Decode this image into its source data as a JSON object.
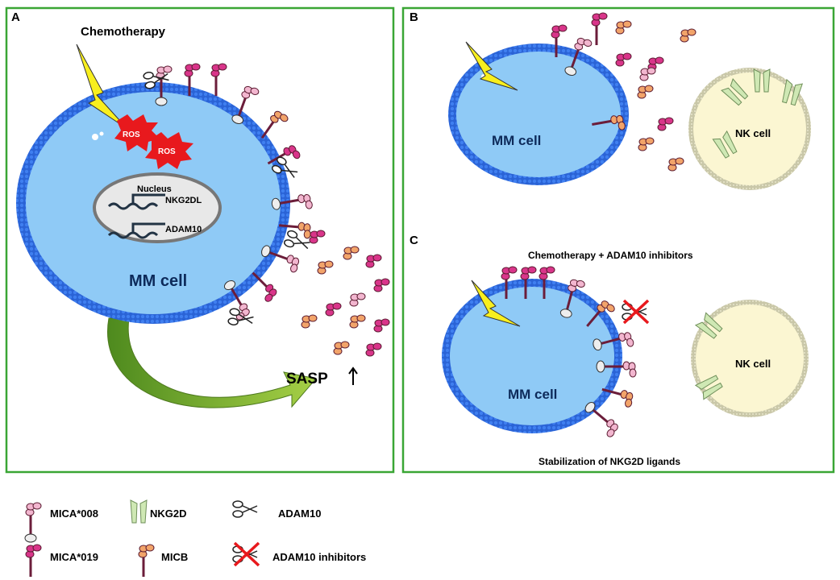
{
  "panels": {
    "a": {
      "label": "A",
      "chemo": "Chemotherapy",
      "ros": "ROS",
      "nucleus": "Nucleus",
      "gene1": "NKG2DL",
      "gene2": "ADAM10",
      "cell": "MM cell",
      "sasp": "SASP"
    },
    "b": {
      "label": "B",
      "cell": "MM cell",
      "nk": "NK cell"
    },
    "c": {
      "label": "C",
      "title": "Chemotherapy + ADAM10 inhibitors",
      "cell": "MM cell",
      "nk": "NK cell",
      "caption": "Stabilization of NKG2D ligands"
    }
  },
  "legend": [
    {
      "icon": "mica008-icon",
      "label": "MICA*008"
    },
    {
      "icon": "nkg2d-icon",
      "label": "NKG2D"
    },
    {
      "icon": "adam10-scissors-icon",
      "label": "ADAM10"
    },
    {
      "icon": "mica019-icon",
      "label": "MICA*019"
    },
    {
      "icon": "micb-icon",
      "label": "MICB"
    },
    {
      "icon": "adam10-inhibitor-icon",
      "label": "ADAM10 inhibitors"
    }
  ],
  "colors": {
    "border": "#3aa635",
    "membrane": "#2a63d6",
    "cytoplasm": "#8fcaf6",
    "nk": "#fbf6d2",
    "mica008": "#f2b6cf",
    "mica019": "#d9358a",
    "micb": "#f2a46a",
    "lightning": "#f8ef1e",
    "ros": "#e8191d",
    "arrow": "#6aaa2a"
  }
}
